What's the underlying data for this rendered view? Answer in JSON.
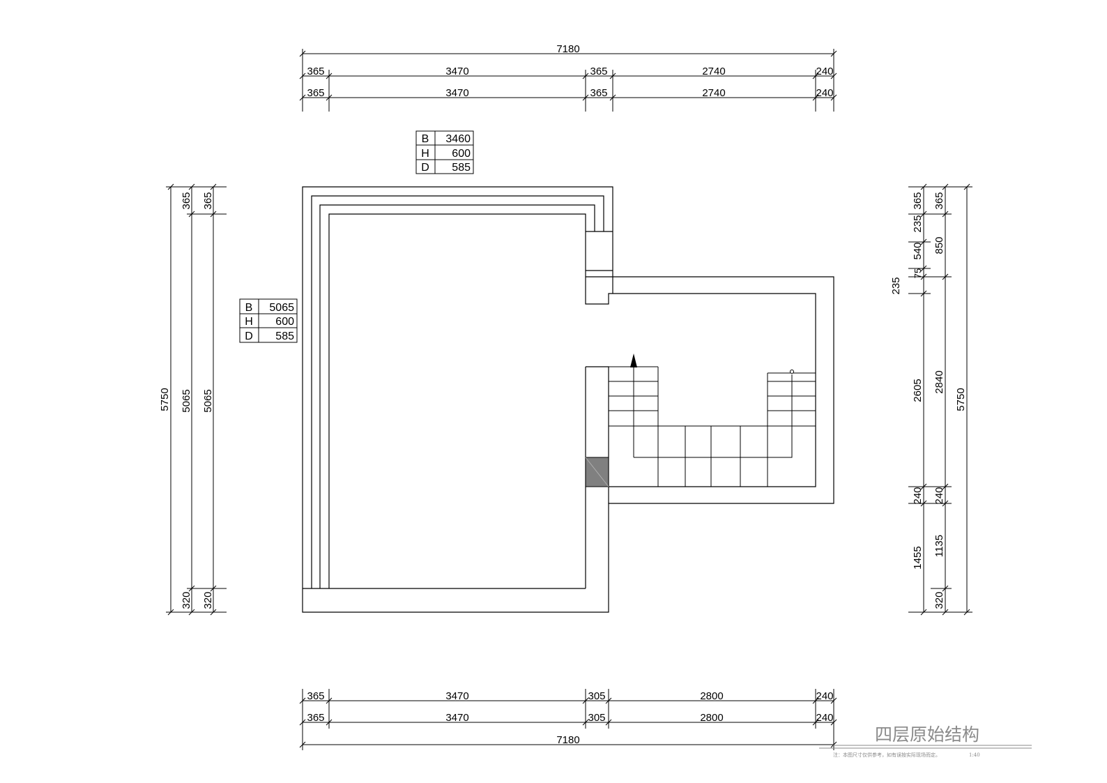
{
  "title": "四层原始结构",
  "note": "注：本图尺寸仅供参考，如有误按实际现场而定。",
  "scale": "1:40",
  "top_dims": {
    "total": "7180",
    "row1": [
      "365",
      "3470",
      "365",
      "2740",
      "240"
    ],
    "row2": [
      "365",
      "3470",
      "365",
      "2740",
      "240"
    ]
  },
  "bottom_dims": {
    "row1": [
      "365",
      "3470",
      "305",
      "2800",
      "240"
    ],
    "row2": [
      "365",
      "3470",
      "305",
      "2800",
      "240"
    ],
    "total": "7180"
  },
  "left_dims": {
    "total": "5750",
    "col1": [
      "365",
      "5065",
      "320"
    ],
    "col2": [
      "365",
      "5065",
      "320"
    ]
  },
  "right_dims": {
    "col1": [
      "365",
      "235",
      "540",
      "75",
      "235",
      "2605",
      "240",
      "1455"
    ],
    "col2": [
      "365",
      "850",
      "2840",
      "240",
      "1135",
      "320"
    ],
    "total": "5750"
  },
  "table_top": [
    {
      "k": "B",
      "v": "3460"
    },
    {
      "k": "H",
      "v": "600"
    },
    {
      "k": "D",
      "v": "585"
    }
  ],
  "table_left": [
    {
      "k": "B",
      "v": "5065"
    },
    {
      "k": "H",
      "v": "600"
    },
    {
      "k": "D",
      "v": "585"
    }
  ]
}
